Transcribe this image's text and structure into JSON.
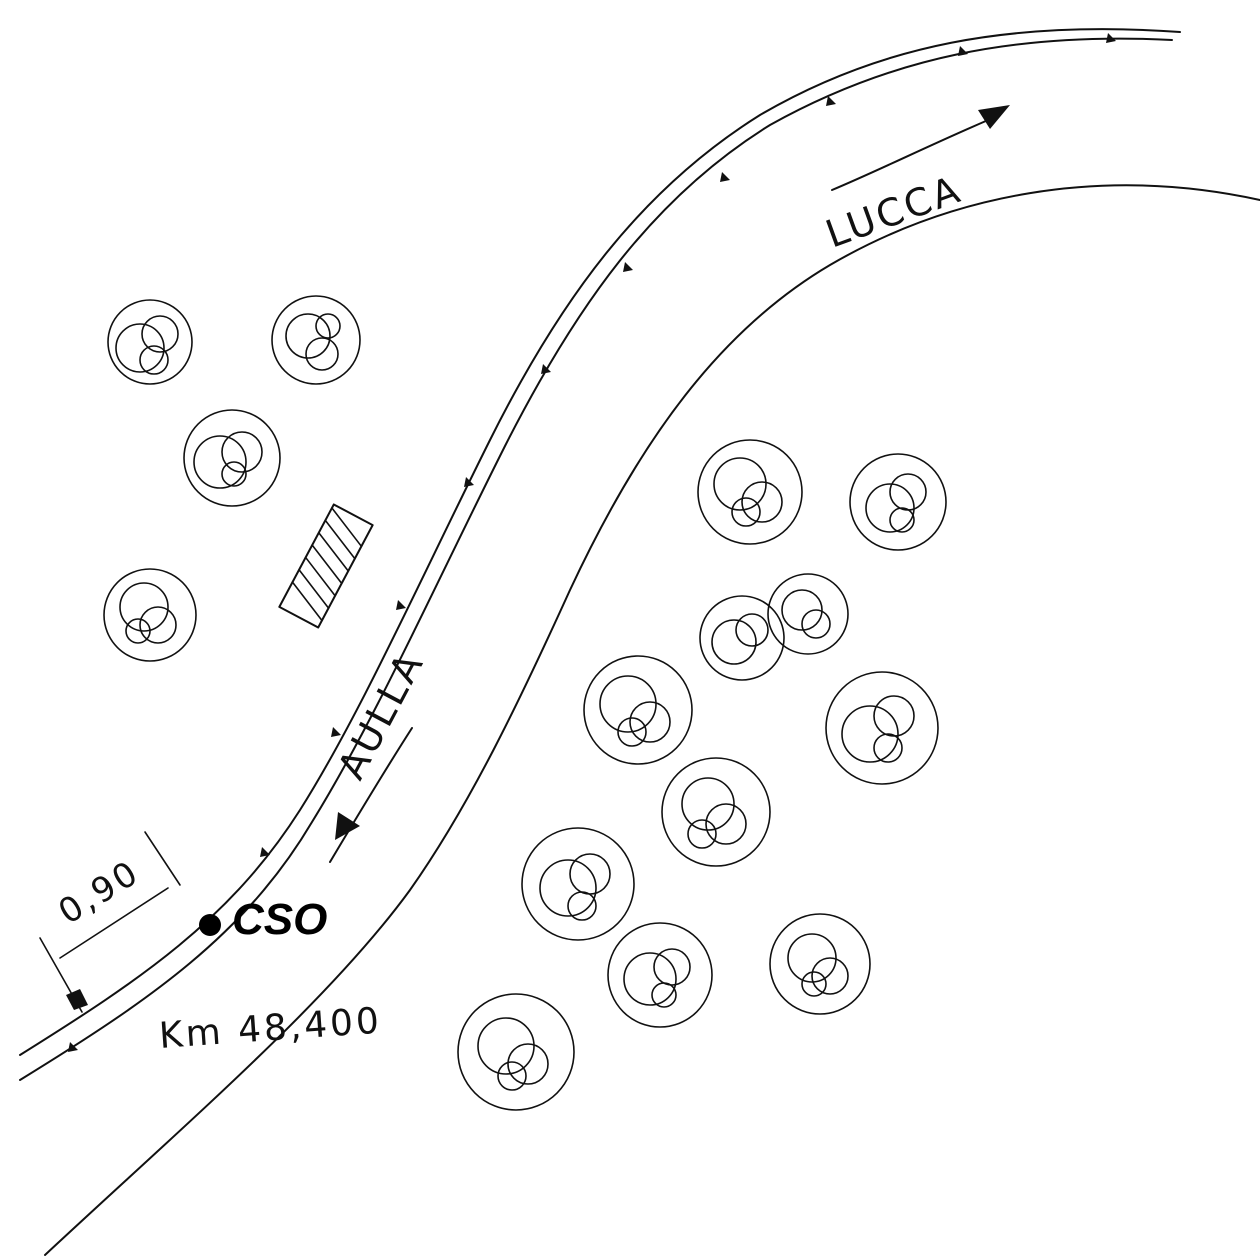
{
  "labels": {
    "direction_north": "LUCCA",
    "direction_south": "AULLA",
    "distance": "0,90",
    "point": "CSO",
    "kilometer": "Km 48,400"
  },
  "colors": {
    "ink": "#111111",
    "background": "#ffffff"
  },
  "icons": {
    "tree": "tree-canopy-icon",
    "barrier_tick": "guardrail-tick-icon",
    "marker": "point-marker-icon",
    "structure": "hatched-structure-icon"
  }
}
